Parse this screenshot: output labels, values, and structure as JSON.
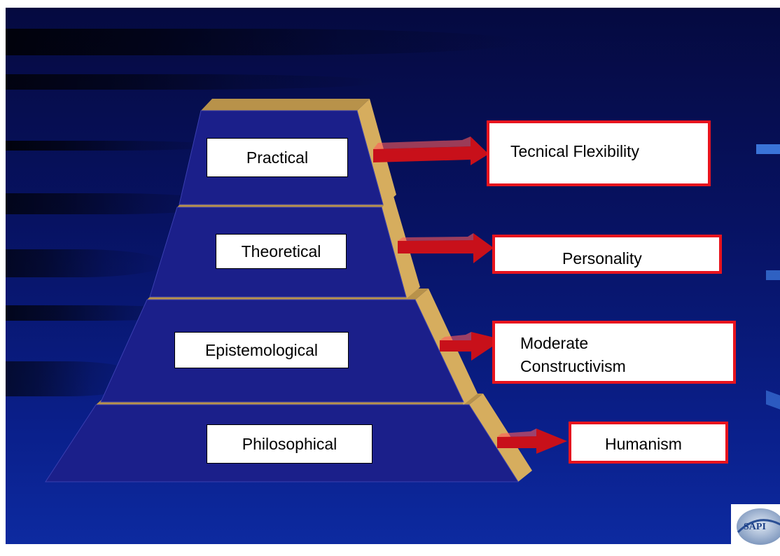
{
  "diagram": {
    "levels": [
      {
        "label": "Practical",
        "outcome_lines": [
          "Tecnical Flexibility"
        ]
      },
      {
        "label": "Theoretical",
        "outcome_lines": [
          "Personality"
        ]
      },
      {
        "label": "Epistemological",
        "outcome_lines": [
          "Moderate",
          "Constructivism"
        ]
      },
      {
        "label": "Philosophical",
        "outcome_lines": [
          "Humanism"
        ]
      }
    ]
  },
  "colors": {
    "background": "#071262",
    "pyramid_face": "#1b1f8a",
    "pyramid_side": "#d6ad5e",
    "arrow": "#c8101a",
    "box_border": "#e8141e"
  },
  "logo": {
    "text": "SAPI",
    "icon": "institution-seal-icon"
  }
}
